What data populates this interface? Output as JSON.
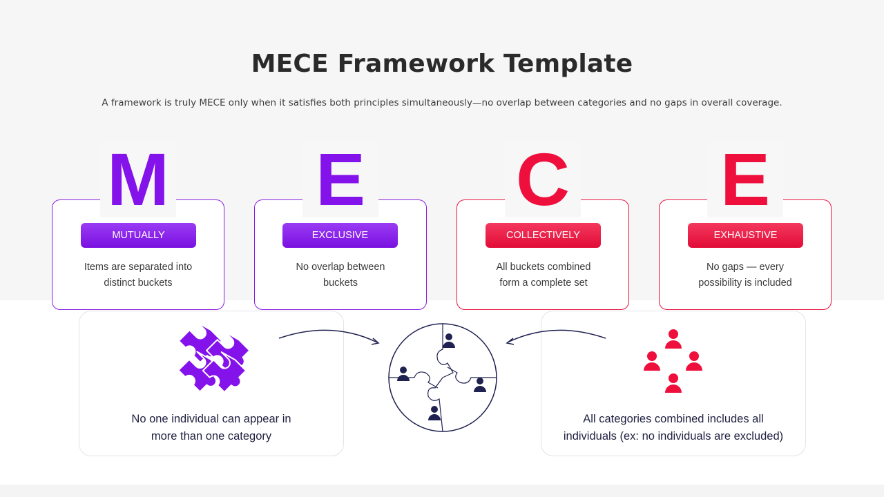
{
  "header": {
    "title": "MECE Framework Template",
    "subtitle": "A framework is truly MECE only when it satisfies both principles simultaneously—no overlap between categories and no gaps in overall coverage."
  },
  "cards": [
    {
      "letter": "M",
      "label": "MUTUALLY",
      "desc_line1": "Items are separated into",
      "desc_line2": "distinct buckets",
      "color": "#8412ea"
    },
    {
      "letter": "E",
      "label": "EXCLUSIVE",
      "desc_line1": "No overlap between",
      "desc_line2": "buckets",
      "color": "#8412ea"
    },
    {
      "letter": "C",
      "label": "COLLECTIVELY",
      "desc_line1": "All buckets combined",
      "desc_line2": "form a complete set",
      "color": "#ee0f3c"
    },
    {
      "letter": "E",
      "label": "EXHAUSTIVE",
      "desc_line1": "No gaps — every",
      "desc_line2": "possibility is included",
      "color": "#ee0f3c"
    }
  ],
  "left_box": {
    "line1": "No one individual can appear in",
    "line2": "more than one category",
    "icon": "puzzle-icon"
  },
  "right_box": {
    "line1": "All categories combined includes all",
    "line2": "individuals (ex: no individuals are excluded)",
    "icon": "people-group-icon"
  },
  "center_icon": "puzzle-circle-people-icon",
  "colors": {
    "purple": "#8412ea",
    "red": "#ee0f3c",
    "navy": "#1f2150"
  }
}
